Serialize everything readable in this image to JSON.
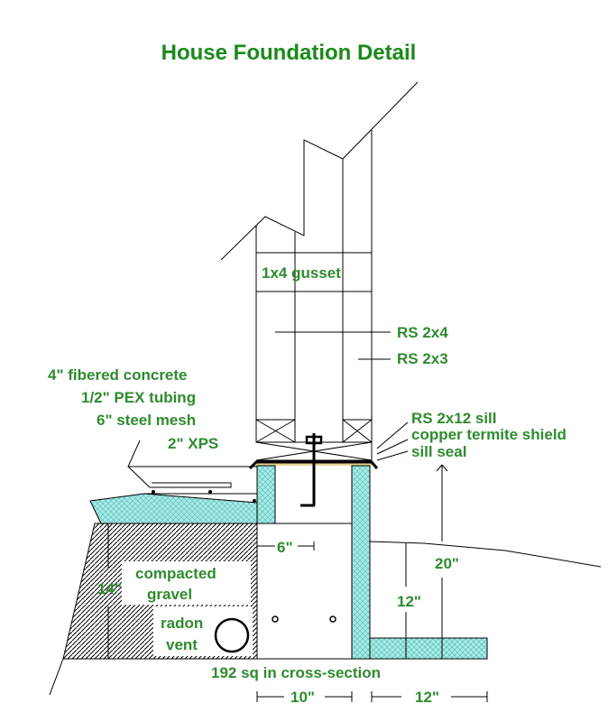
{
  "title": "House Foundation Detail",
  "labels": {
    "gusset": "1x4 gusset",
    "rs2x4": "RS 2x4",
    "rs2x3": "RS 2x3",
    "concrete": "4\" fibered concrete",
    "pex": "1/2\" PEX tubing",
    "mesh": "6\" steel mesh",
    "xps": "2\" XPS",
    "sill": "RS 2x12 sill",
    "termite": "copper termite shield",
    "sillseal": "sill seal",
    "gravel1": "compacted",
    "gravel2": "gravel",
    "radon1": "radon",
    "radon2": "vent",
    "cross": "192 sq in cross-section"
  },
  "dimensions": {
    "d6": "6\"",
    "d14": "14\"",
    "d20": "20\"",
    "d12v": "12\"",
    "d10": "10\"",
    "d12h": "12\""
  },
  "colors": {
    "insulation": "#9fe8e4",
    "text": "#2e8b2e"
  }
}
